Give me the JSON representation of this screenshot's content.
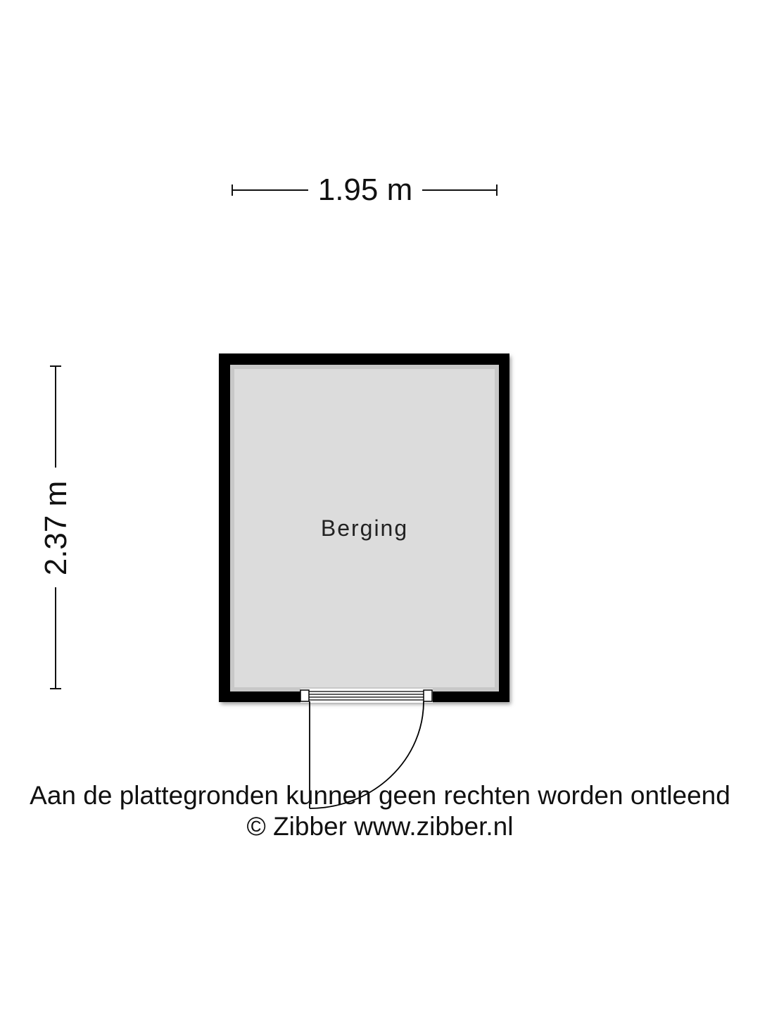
{
  "dimensions": {
    "width_label": "1.95 m",
    "height_label": "2.37 m"
  },
  "room": {
    "name": "Berging",
    "floor_color": "#dcdcdc",
    "wall_color": "#000000"
  },
  "footer": {
    "disclaimer": "Aan de plattegronden kunnen geen rechten worden ontleend",
    "copyright": "© Zibber www.zibber.nl"
  }
}
